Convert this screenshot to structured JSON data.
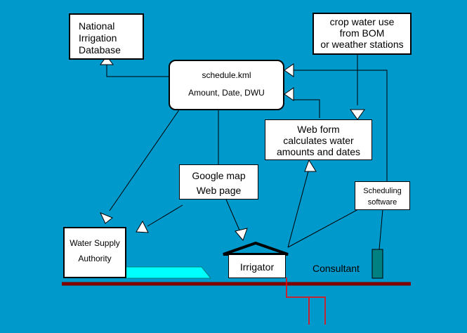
{
  "nodes": {
    "nid": {
      "lines": [
        "National",
        "Irrigation",
        "Database"
      ]
    },
    "schedule": {
      "title": "schedule.kml",
      "subtitle": "Amount, Date, DWU"
    },
    "cropwater": {
      "lines": [
        "crop water use",
        "from BOM",
        "or weather stations"
      ]
    },
    "webform": {
      "lines": [
        "Web form",
        "calculates water",
        "amounts and dates"
      ]
    },
    "googlemap": {
      "lines": [
        "Google map",
        "Web page"
      ]
    },
    "scheduling": {
      "lines": [
        "Scheduling",
        "software"
      ]
    },
    "wsa": {
      "lines": [
        "Water Supply",
        "Authority"
      ]
    },
    "irrigator": {
      "label": "Irrigator"
    },
    "consultant": {
      "label": "Consultant"
    }
  },
  "colors": {
    "background": "#0099cc",
    "ground": "#800000",
    "channel": "#00ffff",
    "pipe": "#ff0000",
    "consultant_post": "#008080"
  }
}
